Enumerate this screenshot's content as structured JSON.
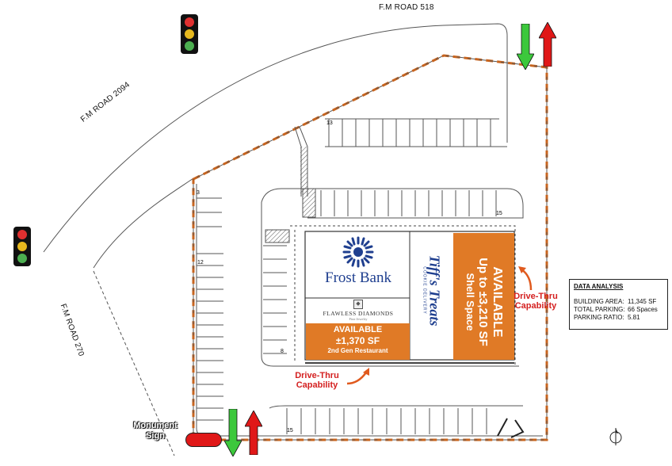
{
  "roads": {
    "north": "F.M ROAD 518",
    "northwest": "F.M ROAD 2094",
    "west": "F.M ROAD 270"
  },
  "parking_counts": [
    "13",
    "15",
    "3",
    "12",
    "8",
    "15"
  ],
  "tenants": {
    "frost": "Frost Bank",
    "flawless_main": "FLAWLESS DIAMONDS",
    "flawless_sub": "Fine Jewelry",
    "restaurant": {
      "title": "AVAILABLE",
      "size": "±1,370 SF",
      "note": "2nd Gen Restaurant"
    },
    "tiffs": "Tiff's Treats",
    "tiffs_sub": "COOKIE DELIVERY",
    "shell": {
      "title": "AVAILABLE",
      "size": "Up to ±3,210 SF",
      "note": "Shell Space"
    }
  },
  "callouts": {
    "drive_thru_right": [
      "Drive-Thru",
      "Capability"
    ],
    "drive_thru_bottom": [
      "Drive-Thru",
      "Capability"
    ],
    "monument": [
      "Monument",
      "Sign"
    ]
  },
  "data_analysis": {
    "title": "DATA ANALYSIS",
    "rows": [
      {
        "label": "BUILDING AREA:",
        "value": "11,345 SF"
      },
      {
        "label": "TOTAL PARKING:",
        "value": "66 Spaces"
      },
      {
        "label": "PARKING RATIO:",
        "value": "5.81"
      }
    ]
  },
  "colors": {
    "available": "#e07a26",
    "boundary": "#c8641e",
    "arrow_in": "#3cc83c",
    "arrow_out": "#e01818",
    "frost_blue": "#1f3f8f"
  },
  "icons": [
    "traffic-light-icon",
    "north-arrow-icon",
    "entry-arrow-icon",
    "exit-arrow-icon"
  ]
}
